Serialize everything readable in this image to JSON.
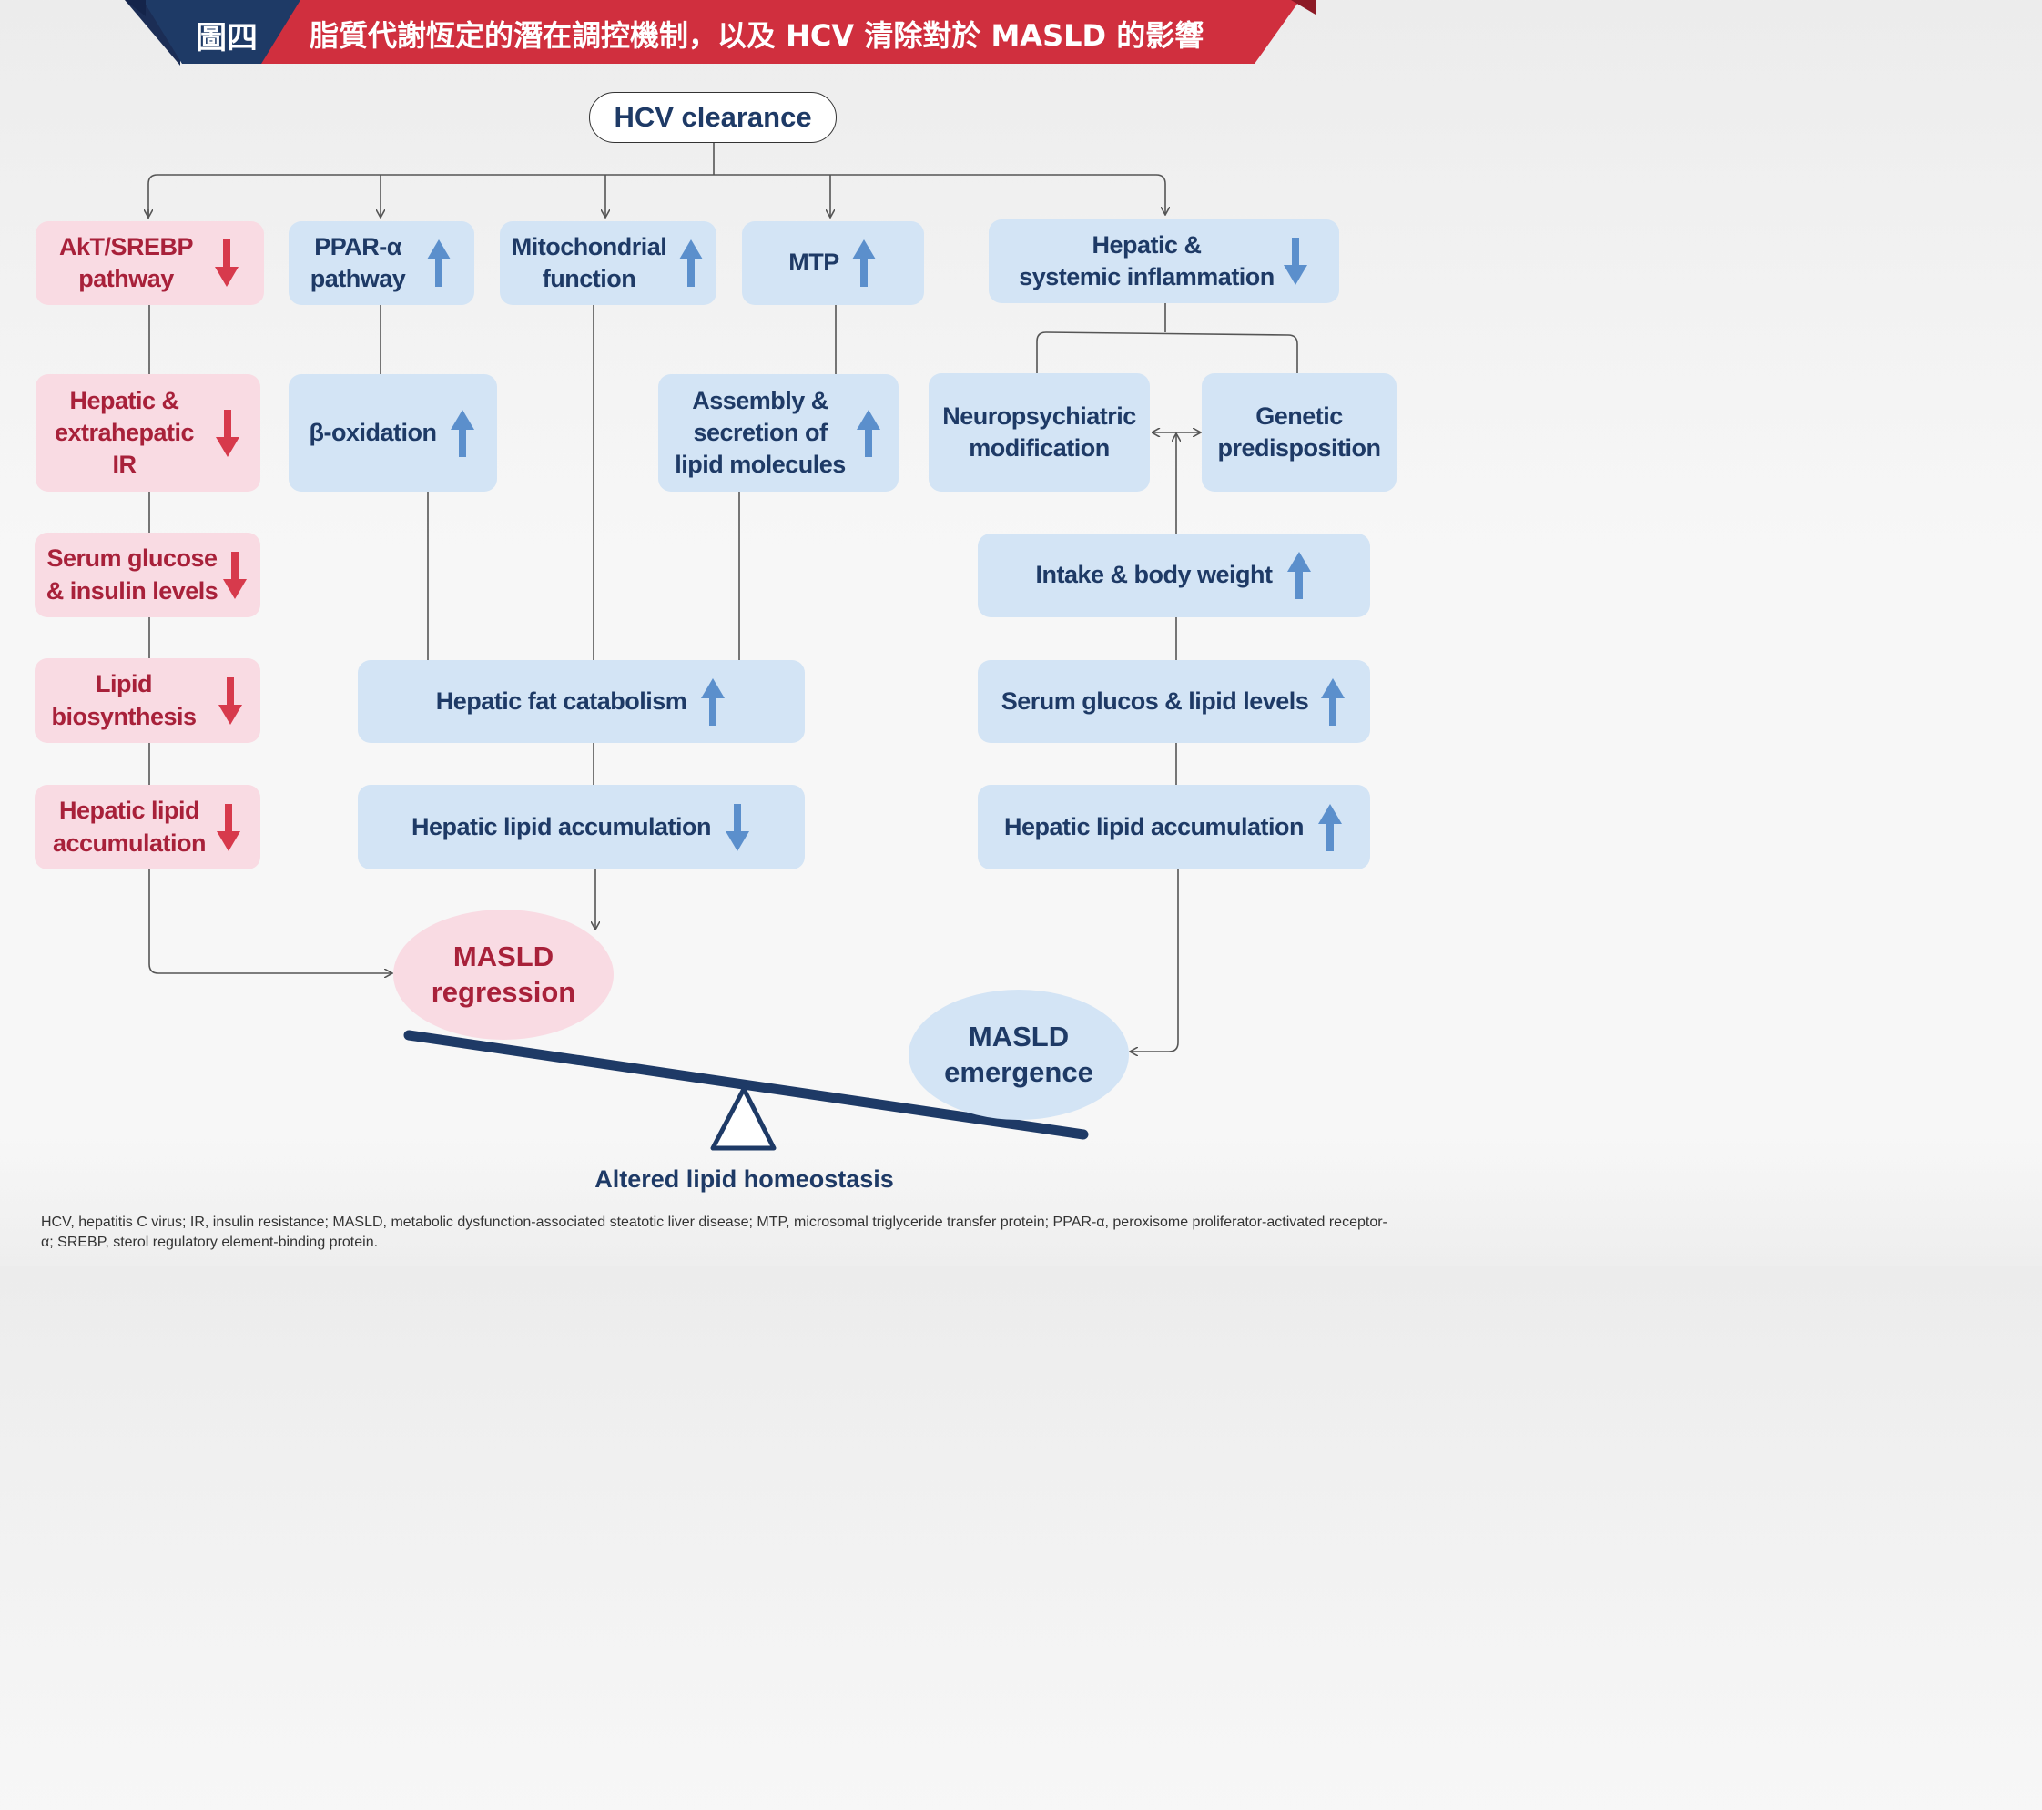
{
  "header": {
    "label": "圖四",
    "title": "脂質代謝恆定的潛在調控機制，以及 HCV 清除對於 MASLD 的影響"
  },
  "colors": {
    "navy": "#1e3a66",
    "red": "#d02f3e",
    "pink_fill": "#f9dbe3",
    "blue_fill": "#d3e4f5",
    "up_arrow": "#5b8fcc",
    "down_red_arrow": "#d73a4c",
    "down_blue_arrow": "#5b8fcc"
  },
  "root": "HCV clearance",
  "left_column": [
    {
      "text": "AkT/SREBP\npathway",
      "direction": "down"
    },
    {
      "text": "Hepatic &\nextrahepatic\nIR",
      "direction": "down"
    },
    {
      "text": "Serum glucose\n& insulin levels",
      "direction": "down"
    },
    {
      "text": "Lipid\nbiosynthesis",
      "direction": "down"
    },
    {
      "text": "Hepatic lipid\naccumulation",
      "direction": "down"
    }
  ],
  "middle": {
    "ppar": {
      "text": "PPAR-α\npathway",
      "direction": "up"
    },
    "mito": {
      "text": "Mitochondrial\nfunction",
      "direction": "up"
    },
    "mtp": {
      "text": "MTP",
      "direction": "up"
    },
    "beta": {
      "text": "β-oxidation",
      "direction": "up"
    },
    "assembly": {
      "text": "Assembly &\nsecretion of\nlipid molecules",
      "direction": "up"
    },
    "catabolism": {
      "text": "Hepatic fat catabolism",
      "direction": "up"
    },
    "accumulation": {
      "text": "Hepatic lipid accumulation",
      "direction": "down"
    }
  },
  "right": {
    "inflammation": {
      "text": "Hepatic &\nsystemic inflammation",
      "direction": "down"
    },
    "neuro": {
      "text": "Neuropsychiatric\nmodification"
    },
    "genetic": {
      "text": "Genetic\npredisposition"
    },
    "intake": {
      "text": "Intake & body weight",
      "direction": "up"
    },
    "serum": {
      "text": "Serum glucos & lipid levels",
      "direction": "up"
    },
    "accumulation": {
      "text": "Hepatic lipid accumulation",
      "direction": "up"
    }
  },
  "outcomes": {
    "regression": "MASLD\nregression",
    "emergence": "MASLD\nemergence"
  },
  "balance_label": "Altered lipid homeostasis",
  "footnote": "HCV, hepatitis C virus; IR, insulin resistance; MASLD, metabolic dysfunction-associated steatotic liver disease; MTP, microsomal triglyceride transfer protein; PPAR-α, peroxisome proliferator-activated receptor-α; SREBP, sterol regulatory element-binding protein."
}
